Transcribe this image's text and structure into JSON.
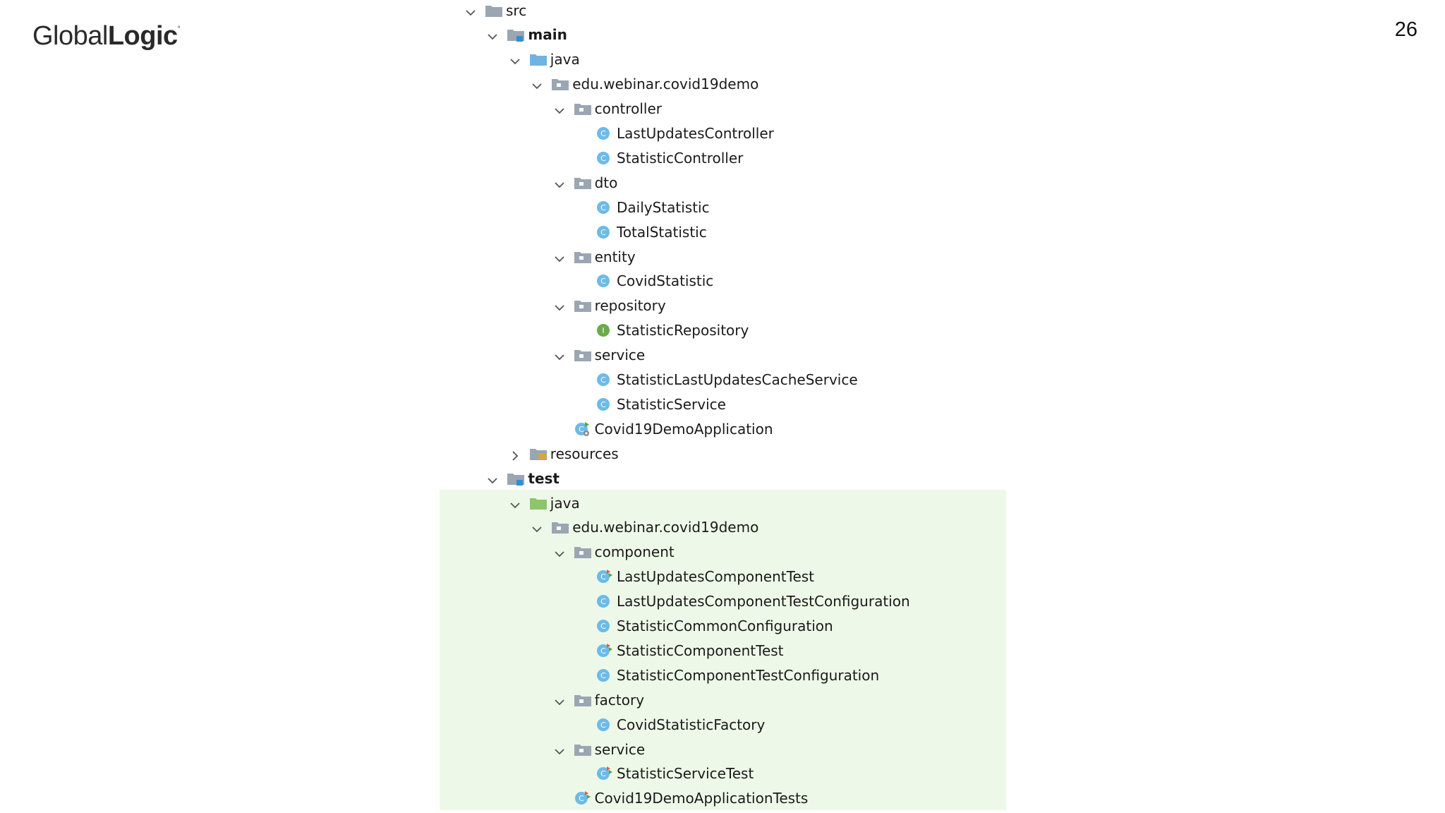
{
  "logo": {
    "part1": "Global",
    "part2": "Logic",
    "mark": "°"
  },
  "page_number": "26",
  "colors": {
    "folder": "#9aa6b2",
    "java_main": "#6fb3e0",
    "java_test": "#8cc56a",
    "class_icon": "#6cbbe8",
    "interface_icon": "#6aab4a",
    "test_highlight": "#eef8e8"
  },
  "tree": [
    {
      "label": "src",
      "level": 0,
      "expand": "down",
      "icon": "folder",
      "y": 0
    },
    {
      "label": "main",
      "level": 1,
      "expand": "down",
      "icon": "source-folder",
      "bold": true,
      "y": 1
    },
    {
      "label": "java",
      "level": 2,
      "expand": "down",
      "icon": "java-folder",
      "y": 2
    },
    {
      "label": "edu.webinar.covid19demo",
      "level": 3,
      "expand": "down",
      "icon": "package",
      "y": 3
    },
    {
      "label": "controller",
      "level": 4,
      "expand": "down",
      "icon": "package",
      "y": 4
    },
    {
      "label": "LastUpdatesController",
      "level": 5,
      "expand": "none",
      "icon": "class",
      "y": 5
    },
    {
      "label": "StatisticController",
      "level": 5,
      "expand": "none",
      "icon": "class",
      "y": 6
    },
    {
      "label": "dto",
      "level": 4,
      "expand": "down",
      "icon": "package",
      "y": 7
    },
    {
      "label": "DailyStatistic",
      "level": 5,
      "expand": "none",
      "icon": "class",
      "y": 8
    },
    {
      "label": "TotalStatistic",
      "level": 5,
      "expand": "none",
      "icon": "class",
      "y": 9
    },
    {
      "label": "entity",
      "level": 4,
      "expand": "down",
      "icon": "package",
      "y": 10
    },
    {
      "label": "CovidStatistic",
      "level": 5,
      "expand": "none",
      "icon": "class",
      "y": 11
    },
    {
      "label": "repository",
      "level": 4,
      "expand": "down",
      "icon": "package",
      "y": 12
    },
    {
      "label": "StatisticRepository",
      "level": 5,
      "expand": "none",
      "icon": "interface",
      "y": 13
    },
    {
      "label": "service",
      "level": 4,
      "expand": "down",
      "icon": "package",
      "y": 14
    },
    {
      "label": "StatisticLastUpdatesCacheService",
      "level": 5,
      "expand": "none",
      "icon": "class",
      "y": 15
    },
    {
      "label": "StatisticService",
      "level": 5,
      "expand": "none",
      "icon": "class",
      "y": 16
    },
    {
      "label": "Covid19DemoApplication",
      "level": 4,
      "expand": "none",
      "icon": "app-class",
      "y": 17
    },
    {
      "label": "resources",
      "level": 2,
      "expand": "right",
      "icon": "resources-folder",
      "y": 18
    },
    {
      "label": "test",
      "level": 1,
      "expand": "down",
      "icon": "source-folder",
      "bold": true,
      "y": 19
    },
    {
      "label": "java",
      "level": 2,
      "expand": "down",
      "icon": "test-java-folder",
      "y": 20
    },
    {
      "label": "edu.webinar.covid19demo",
      "level": 3,
      "expand": "down",
      "icon": "package",
      "y": 21
    },
    {
      "label": "component",
      "level": 4,
      "expand": "down",
      "icon": "package",
      "y": 22
    },
    {
      "label": "LastUpdatesComponentTest",
      "level": 5,
      "expand": "none",
      "icon": "test-class",
      "y": 23
    },
    {
      "label": "LastUpdatesComponentTestConfiguration",
      "level": 5,
      "expand": "none",
      "icon": "class",
      "y": 24
    },
    {
      "label": "StatisticCommonConfiguration",
      "level": 5,
      "expand": "none",
      "icon": "class",
      "y": 25
    },
    {
      "label": "StatisticComponentTest",
      "level": 5,
      "expand": "none",
      "icon": "test-class",
      "y": 26
    },
    {
      "label": "StatisticComponentTestConfiguration",
      "level": 5,
      "expand": "none",
      "icon": "class",
      "y": 27
    },
    {
      "label": "factory",
      "level": 4,
      "expand": "down",
      "icon": "package",
      "y": 28
    },
    {
      "label": "CovidStatisticFactory",
      "level": 5,
      "expand": "none",
      "icon": "class",
      "y": 29
    },
    {
      "label": "service",
      "level": 4,
      "expand": "down",
      "icon": "package",
      "y": 30
    },
    {
      "label": "StatisticServiceTest",
      "level": 5,
      "expand": "none",
      "icon": "test-class",
      "y": 31
    },
    {
      "label": "Covid19DemoApplicationTests",
      "level": 4,
      "expand": "none",
      "icon": "test-class",
      "y": 32
    }
  ]
}
